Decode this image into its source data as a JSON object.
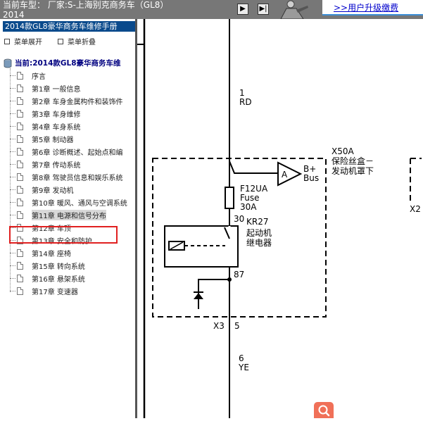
{
  "header": {
    "vehicle_line1": "当前车型： 厂家:S-上海别克商务车（GL8）",
    "vehicle_line2": "2014",
    "upgrade_link": ">>用户升级缴费"
  },
  "sidebar": {
    "manual_title": "2014款GL8豪华商务车维修手册",
    "expand_label": "菜单展开",
    "collapse_label": "菜单折叠",
    "current_root": "当前:2014款GL8豪华商务车维",
    "items": [
      {
        "label": "序言"
      },
      {
        "label": "第1章 一般信息"
      },
      {
        "label": "第2章 车身金属构件和装饰件"
      },
      {
        "label": "第3章 车身维修"
      },
      {
        "label": "第4章 车身系统"
      },
      {
        "label": "第5章 制动器"
      },
      {
        "label": "第6章 诊断概述、起始点和编"
      },
      {
        "label": "第7章 传动系统"
      },
      {
        "label": "第8章 驾驶员信息和娱乐系统"
      },
      {
        "label": "第9章 发动机"
      },
      {
        "label": "第10章 暖风、通风与空调系统"
      },
      {
        "label": "第11章 电源和信号分布",
        "selected": true
      },
      {
        "label": "第12章 车顶"
      },
      {
        "label": "第13章 安全和防护"
      },
      {
        "label": "第14章 座椅"
      },
      {
        "label": "第15章 转向系统"
      },
      {
        "label": "第16章 悬架系统"
      },
      {
        "label": "第17章 变速器"
      }
    ],
    "highlight_color": "#e02020"
  },
  "diagram": {
    "wire_top_number": "1",
    "wire_top_color": "RD",
    "module_id": "X50A",
    "module_name_line1": "保险丝盒－",
    "module_name_line2": "发动机罩下",
    "bus_label_line1": "B+",
    "bus_label_line2": "Bus",
    "ammeter_letter": "A",
    "fuse_line1": "F12UA",
    "fuse_line2": "Fuse",
    "fuse_line3": "30A",
    "relay_id": "KR27",
    "relay_name_line1": "起动机",
    "relay_name_line2": "继电器",
    "pin_30": "30",
    "pin_87": "87",
    "connector_id": "X3",
    "connector_pin": "5",
    "wire_bottom_number": "6",
    "wire_bottom_color": "YE",
    "right_connector_id": "X2"
  }
}
